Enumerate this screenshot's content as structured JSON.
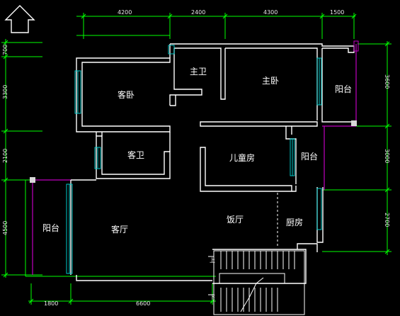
{
  "rooms": {
    "master_bath": "主卫",
    "master_bedroom": "主卧",
    "balcony_upper_right": "阳台",
    "guest_bedroom": "客卧",
    "guest_bath": "客卫",
    "kids_room": "儿童房",
    "balcony_mid_right": "阳台",
    "balcony_left": "阳台",
    "living_room": "客厅",
    "dining_room": "饭厅",
    "kitchen": "厨房"
  },
  "dimensions_top": [
    "4200",
    "2400",
    "4300",
    "1500"
  ],
  "dimensions_left": [
    "700",
    "3300",
    "2100",
    "4500"
  ],
  "dimensions_right": [
    "3600",
    "3000",
    "2700"
  ],
  "dimensions_bottom": [
    "1800",
    "6600"
  ],
  "stair_glyphs": [
    "上",
    "下"
  ],
  "colors": {
    "background": "#000000",
    "wall": "#ffffff",
    "dimension": "#00ff00",
    "window": "#00c8c8",
    "balcony_edge": "#c000c0",
    "room_label": "#ffffff"
  },
  "icons": {
    "compass": "north-arrow-icon"
  }
}
